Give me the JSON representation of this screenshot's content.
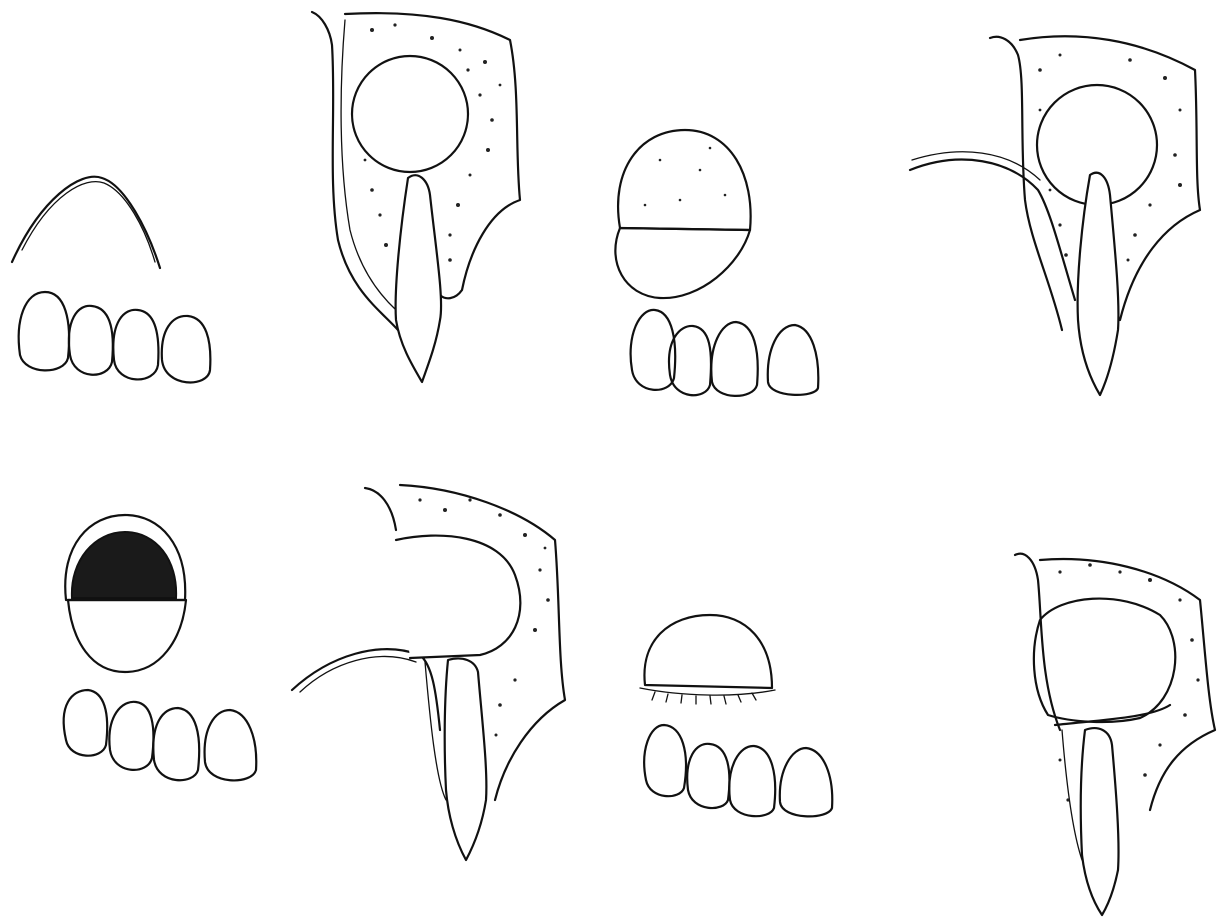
{
  "figure": {
    "panels": [
      {
        "id": "top-left-frontal",
        "view": "frontal",
        "stage": "incision-line"
      },
      {
        "id": "top-middle-sagittal",
        "view": "sagittal",
        "stage": "intact-cyst"
      },
      {
        "id": "top-third-frontal",
        "view": "frontal",
        "stage": "flap-reflected"
      },
      {
        "id": "top-right-sagittal",
        "view": "sagittal",
        "stage": "flap-reflected"
      },
      {
        "id": "bottom-left-frontal",
        "view": "frontal",
        "stage": "cavity-open"
      },
      {
        "id": "bottom-middle-sagittal",
        "view": "sagittal",
        "stage": "cavity-open"
      },
      {
        "id": "bottom-third-frontal",
        "view": "frontal",
        "stage": "cavity-packed"
      },
      {
        "id": "bottom-right-sagittal",
        "view": "sagittal",
        "stage": "cavity-packed"
      }
    ],
    "colors": {
      "ink": "#111111",
      "paper": "#ffffff"
    }
  }
}
